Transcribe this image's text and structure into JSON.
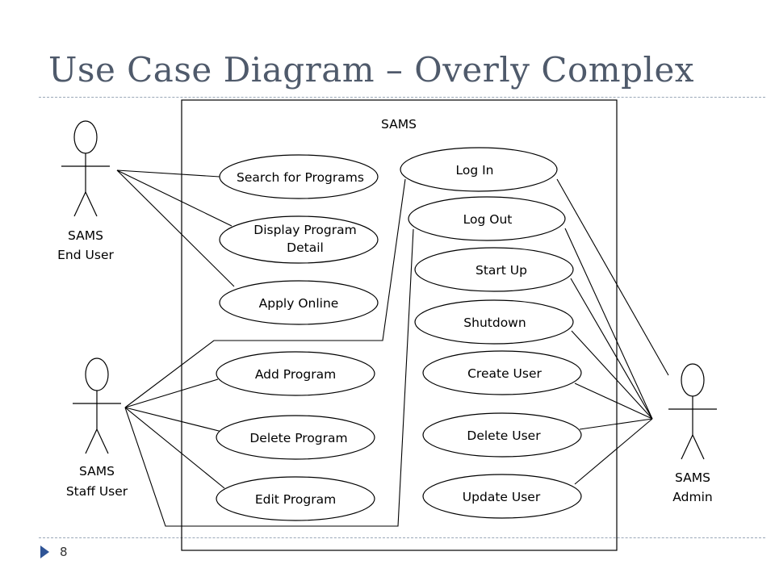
{
  "slide": {
    "title": "Use Case Diagram – Overly Complex",
    "page_number": "8"
  },
  "system": {
    "name": "SAMS"
  },
  "actors": [
    {
      "id": "end_user",
      "label_lines": [
        "SAMS",
        "End User"
      ]
    },
    {
      "id": "staff_user",
      "label_lines": [
        "SAMS",
        "Staff User"
      ]
    },
    {
      "id": "admin",
      "label_lines": [
        "SAMS",
        "Admin"
      ]
    }
  ],
  "use_cases": [
    {
      "id": "search",
      "label_lines": [
        "Search for Programs"
      ]
    },
    {
      "id": "display",
      "label_lines": [
        "Display Program",
        "Detail"
      ]
    },
    {
      "id": "apply",
      "label_lines": [
        "Apply Online"
      ]
    },
    {
      "id": "add",
      "label_lines": [
        "Add Program"
      ]
    },
    {
      "id": "delete_prog",
      "label_lines": [
        "Delete Program"
      ]
    },
    {
      "id": "edit",
      "label_lines": [
        "Edit Program"
      ]
    },
    {
      "id": "login",
      "label_lines": [
        "Log In"
      ]
    },
    {
      "id": "logout",
      "label_lines": [
        "Log Out"
      ]
    },
    {
      "id": "startup",
      "label_lines": [
        "Start Up"
      ]
    },
    {
      "id": "shutdown",
      "label_lines": [
        "Shutdown"
      ]
    },
    {
      "id": "create_user",
      "label_lines": [
        "Create User"
      ]
    },
    {
      "id": "delete_user",
      "label_lines": [
        "Delete User"
      ]
    },
    {
      "id": "update_user",
      "label_lines": [
        "Update User"
      ]
    }
  ],
  "associations": [
    {
      "actor": "end_user",
      "use_case": "search"
    },
    {
      "actor": "end_user",
      "use_case": "display"
    },
    {
      "actor": "end_user",
      "use_case": "apply"
    },
    {
      "actor": "staff_user",
      "use_case": "add"
    },
    {
      "actor": "staff_user",
      "use_case": "delete_prog"
    },
    {
      "actor": "staff_user",
      "use_case": "edit"
    },
    {
      "actor": "staff_user",
      "use_case": "login"
    },
    {
      "actor": "staff_user",
      "use_case": "logout"
    },
    {
      "actor": "admin",
      "use_case": "login"
    },
    {
      "actor": "admin",
      "use_case": "logout"
    },
    {
      "actor": "admin",
      "use_case": "startup"
    },
    {
      "actor": "admin",
      "use_case": "shutdown"
    },
    {
      "actor": "admin",
      "use_case": "create_user"
    },
    {
      "actor": "admin",
      "use_case": "delete_user"
    },
    {
      "actor": "admin",
      "use_case": "update_user"
    }
  ]
}
